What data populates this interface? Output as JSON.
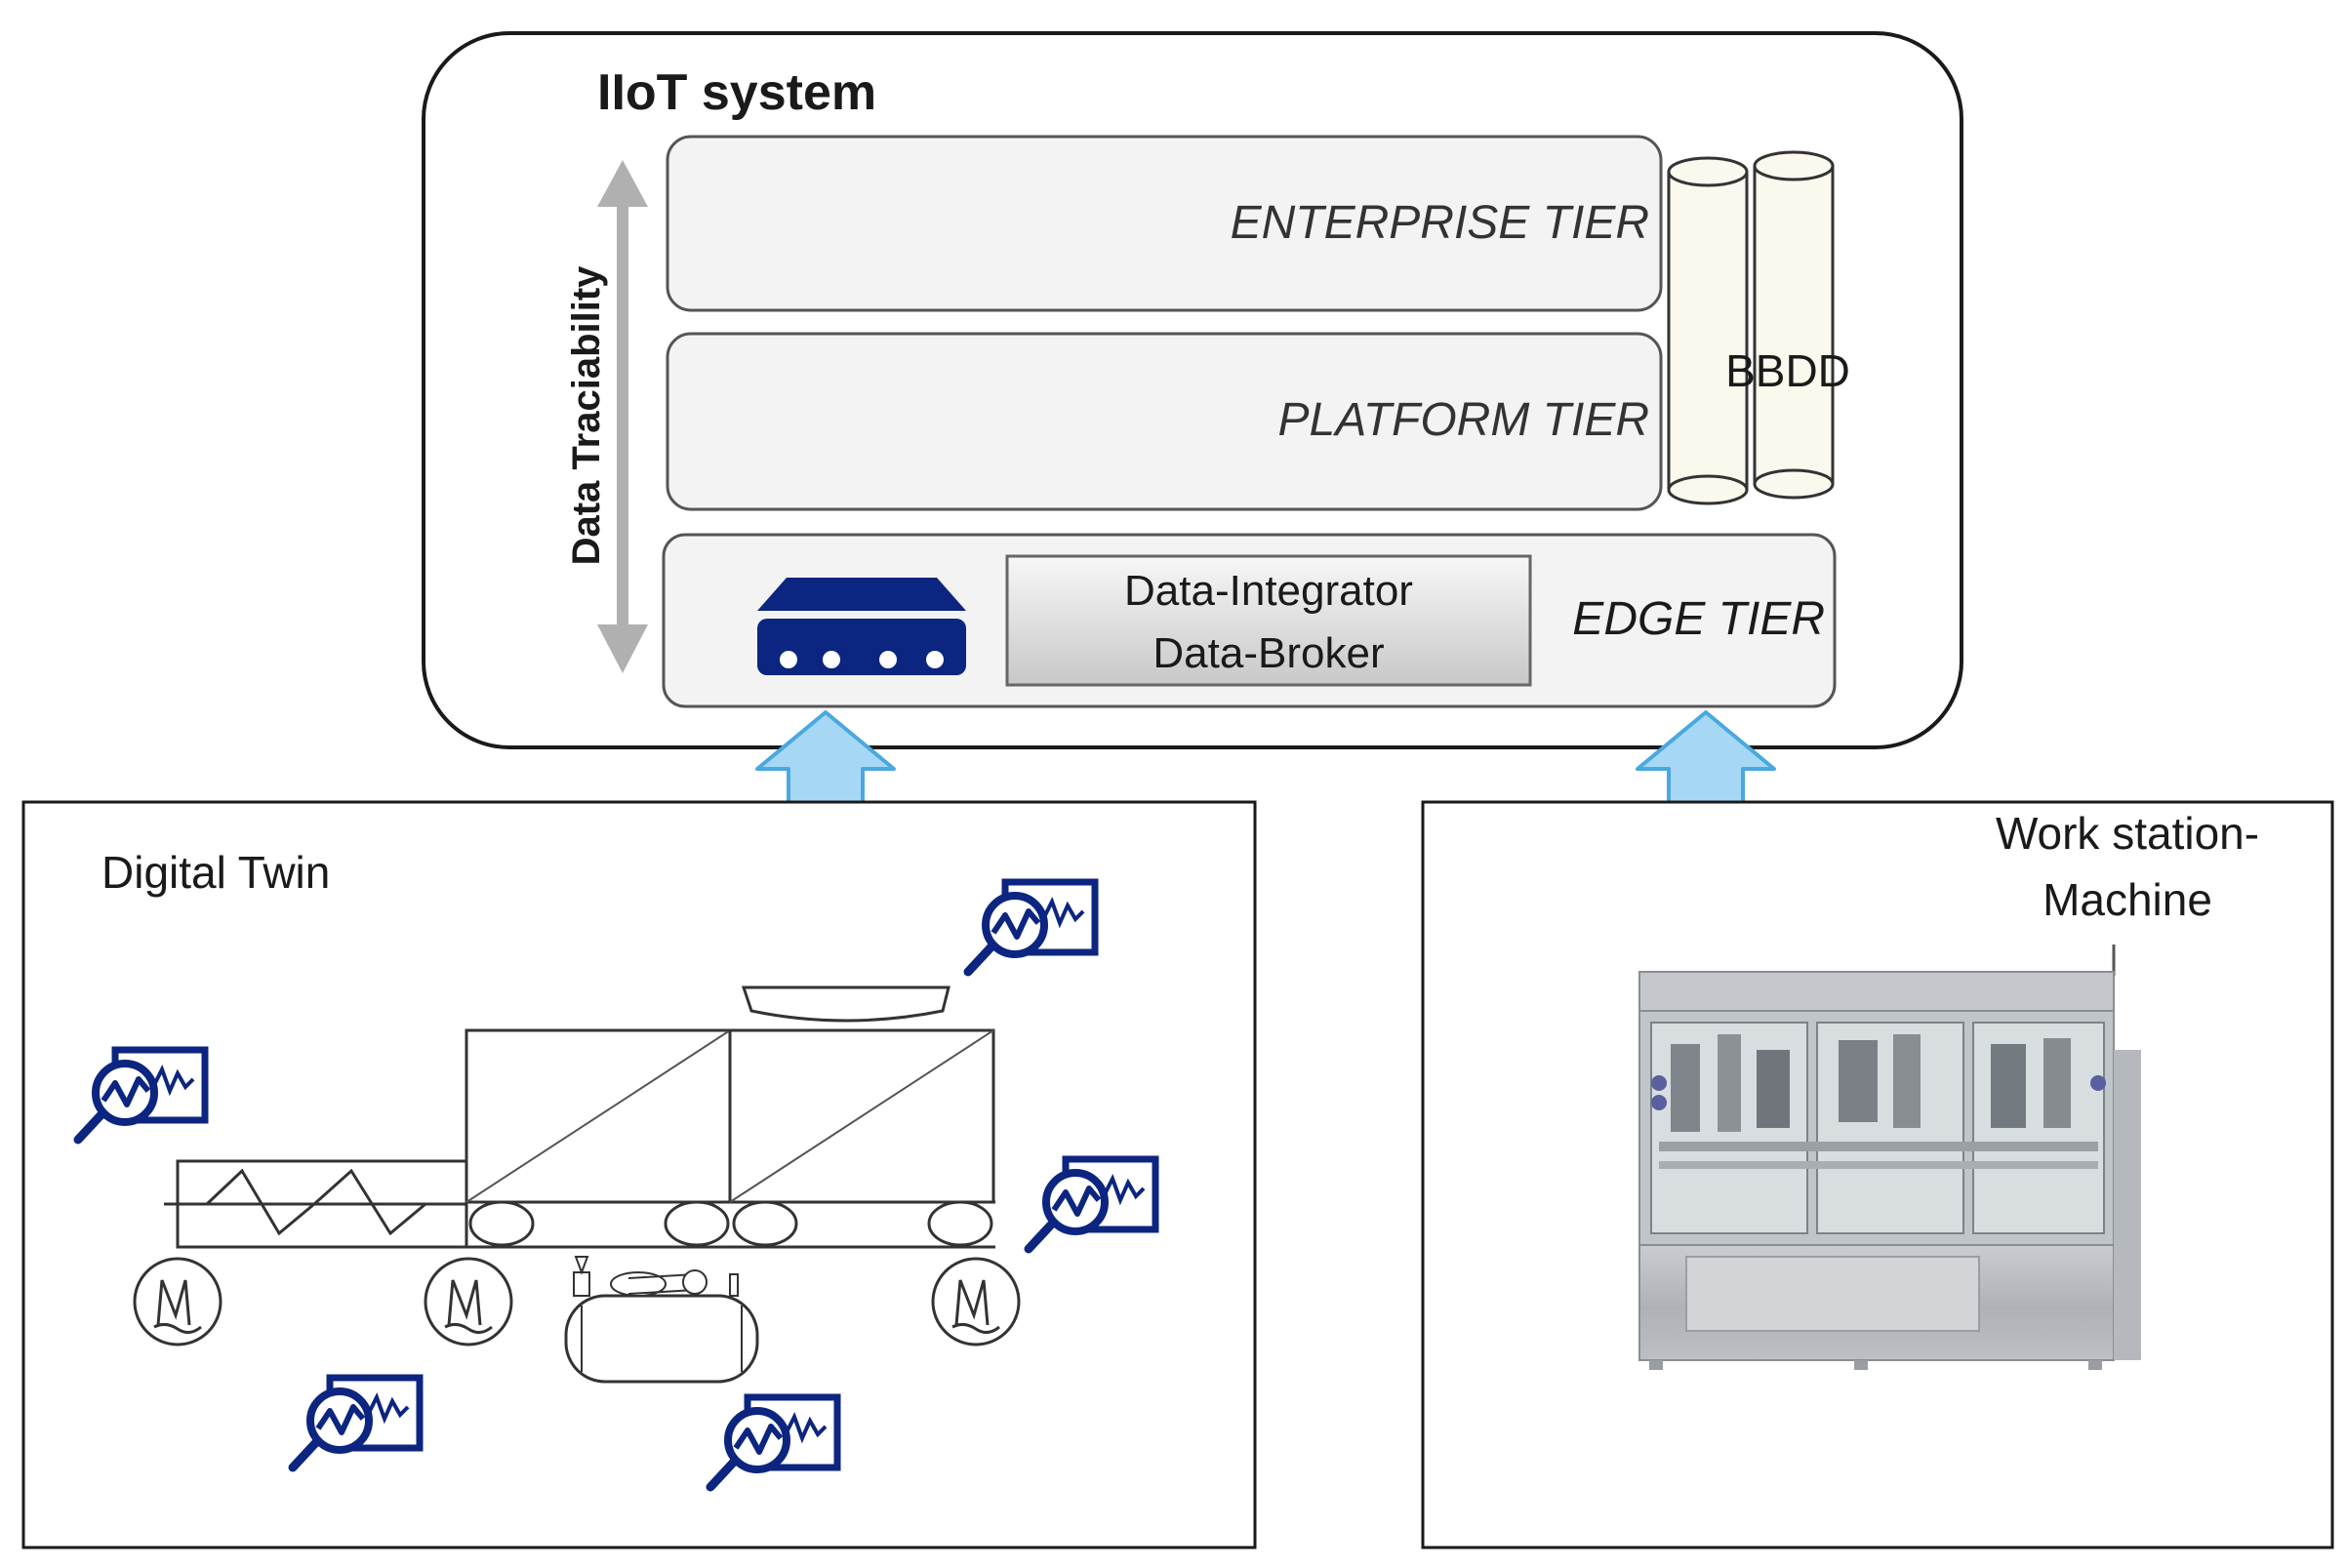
{
  "iiot": {
    "title": "IIoT system",
    "traceability_label": "Data Traciability",
    "tiers": {
      "enterprise": "ENTERPRISE TIER",
      "platform": "PLATFORM TIER",
      "edge": "EDGE TIER"
    },
    "database_label": "BBDD",
    "integrator": {
      "line1": "Data-Integrator",
      "line2": "Data-Broker"
    }
  },
  "digital_twin": {
    "title": "Digital Twin",
    "motor_symbol": "M",
    "monitor_icon": "monitor-analytics-icon",
    "gateway_icon": "gateway-device-icon"
  },
  "workstation": {
    "title_line1": "Work station-",
    "title_line2": "Machine"
  },
  "colors": {
    "navy": "#0c2580",
    "arrow_fill": "#a6d8f5",
    "arrow_stroke": "#4aa8e0",
    "tier_fill": "#f3f3f3",
    "db_fill": "#fbf8ee"
  }
}
